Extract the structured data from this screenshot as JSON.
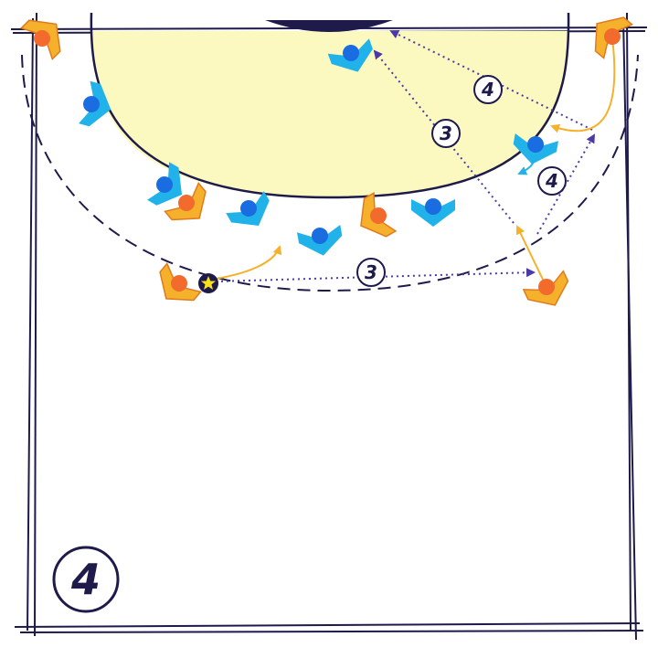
{
  "diagram": {
    "step_badge": "4",
    "colors": {
      "line": "#1e1b4b",
      "goal_area": "#fcf9c0",
      "attacker_body": "#f5b12b",
      "attacker_edge": "#e07a1f",
      "attacker_dot": "#f26a2c",
      "defender_body": "#22b2ea",
      "defender_dot": "#1a6de0",
      "pass": "#4b3aa6",
      "run_attacker": "#f5b12b",
      "run_defender": "#22b2ea",
      "ball": "#f7e11a"
    },
    "legend_markers": {
      "pass_3": "3",
      "pass_4": "4"
    },
    "passes": [
      {
        "id": "wing-right-to-pivot",
        "label": "4"
      },
      {
        "id": "back-right-to-pivot",
        "label": "3"
      },
      {
        "id": "back-left-to-back-right",
        "label": "3"
      },
      {
        "id": "back-right-to-wing-right",
        "label": "4"
      }
    ],
    "players": {
      "attackers": [
        "left-wing",
        "left-back",
        "left-center",
        "center-pivot",
        "right-back",
        "right-wing"
      ],
      "defenders": [
        "left-wing-defender",
        "left-half",
        "left-back-defender",
        "center-left",
        "center-right",
        "right-half",
        "pivot-defender"
      ]
    },
    "ball_icon": "star-icon"
  }
}
